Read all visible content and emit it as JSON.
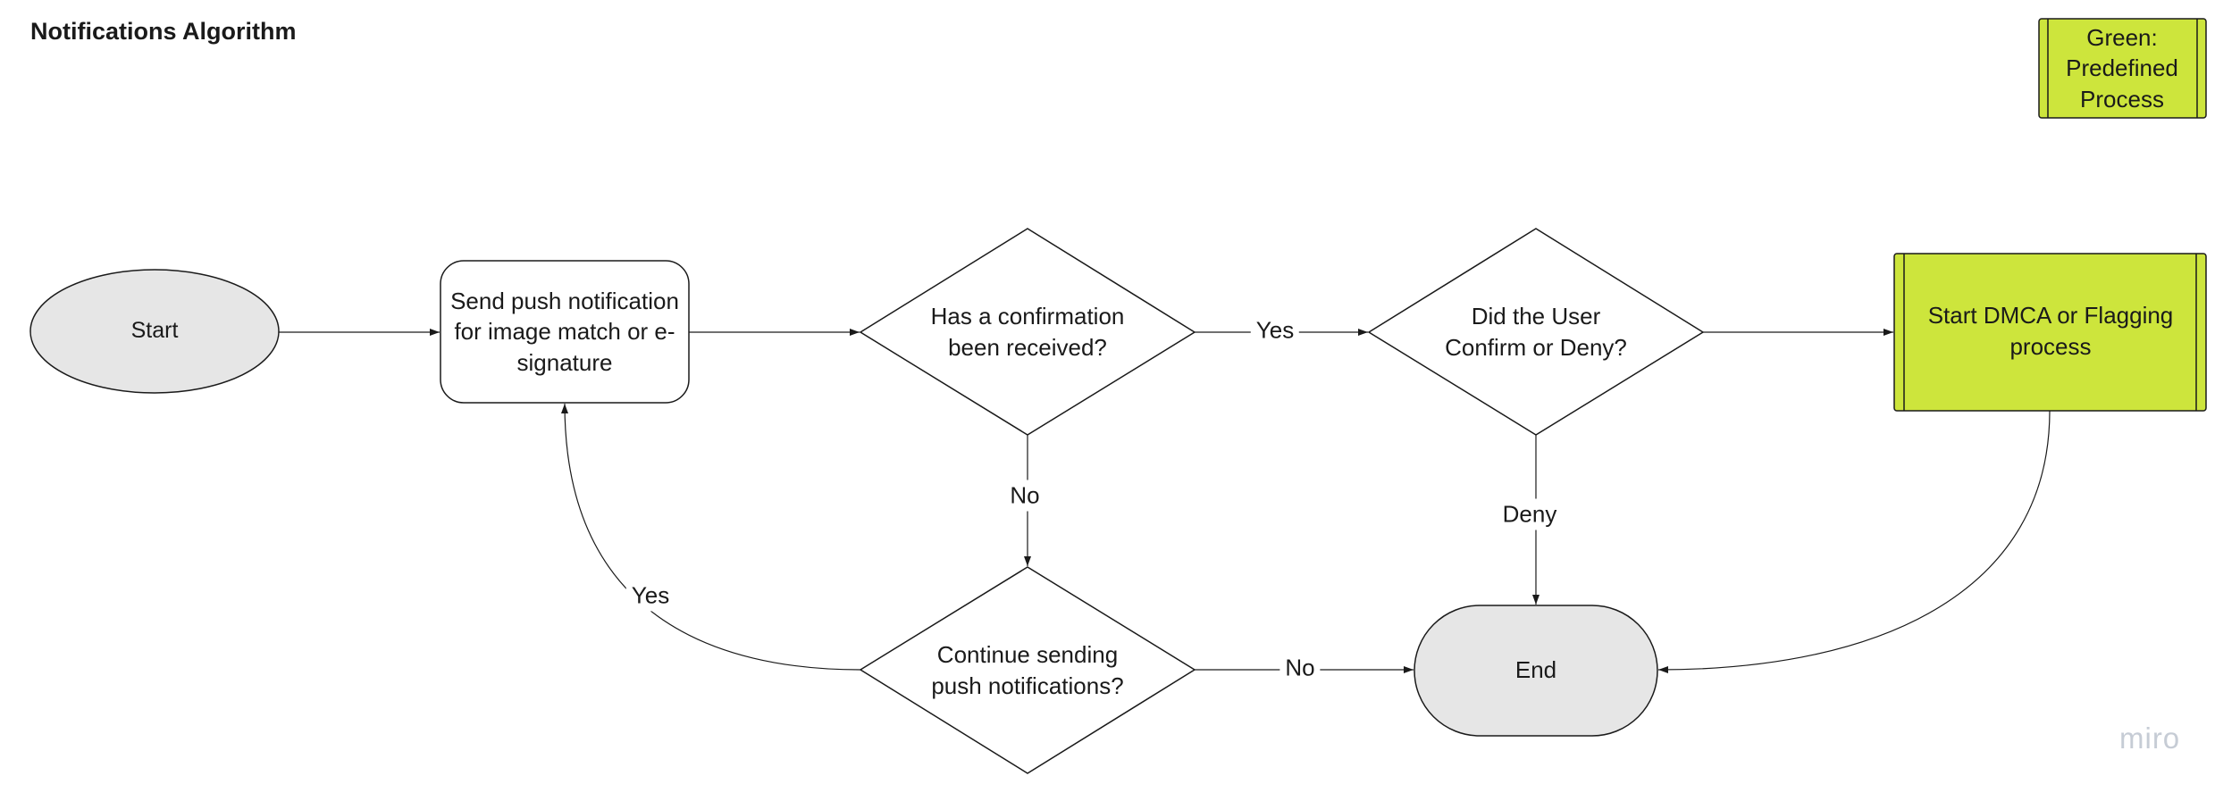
{
  "title": "Notifications Algorithm",
  "legend": {
    "label": "Green: Predefined Process"
  },
  "nodes": {
    "start": "Start",
    "send_push": "Send push notification for image match or e-signature",
    "confirmation": "Has a confirmation been received?",
    "user_confirm": "Did the User Confirm or Deny?",
    "dmca": "Start DMCA or Flagging process",
    "continue_sending": "Continue sending push notifications?",
    "end": "End"
  },
  "edges": {
    "confirm_yes": "Yes",
    "confirm_no": "No",
    "deny": "Deny",
    "continue_yes": "Yes",
    "continue_no": "No"
  },
  "colors": {
    "predefined_process": "#cde53c",
    "terminal_fill": "#e6e6e6",
    "stroke": "#1a1a1a"
  },
  "watermark": "miro"
}
